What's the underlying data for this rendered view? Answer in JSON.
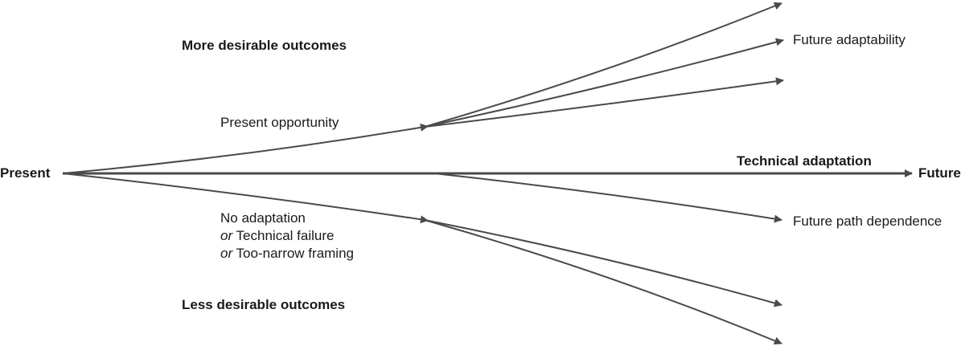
{
  "labels": {
    "present": "Present",
    "future": "Future",
    "more_desirable": "More desirable outcomes",
    "less_desirable": "Less desirable outcomes",
    "present_opportunity": "Present opportunity",
    "technical_adaptation": "Technical adaptation",
    "future_adaptability": "Future adaptability",
    "future_path_dependence": "Future path dependence",
    "no_adaptation": "No adaptation",
    "or_word": "or",
    "technical_failure": "Technical failure",
    "too_narrow_framing": "Too-narrow framing"
  },
  "colors": {
    "stroke": "#4a4a4a",
    "text": "#1a1a1a"
  }
}
